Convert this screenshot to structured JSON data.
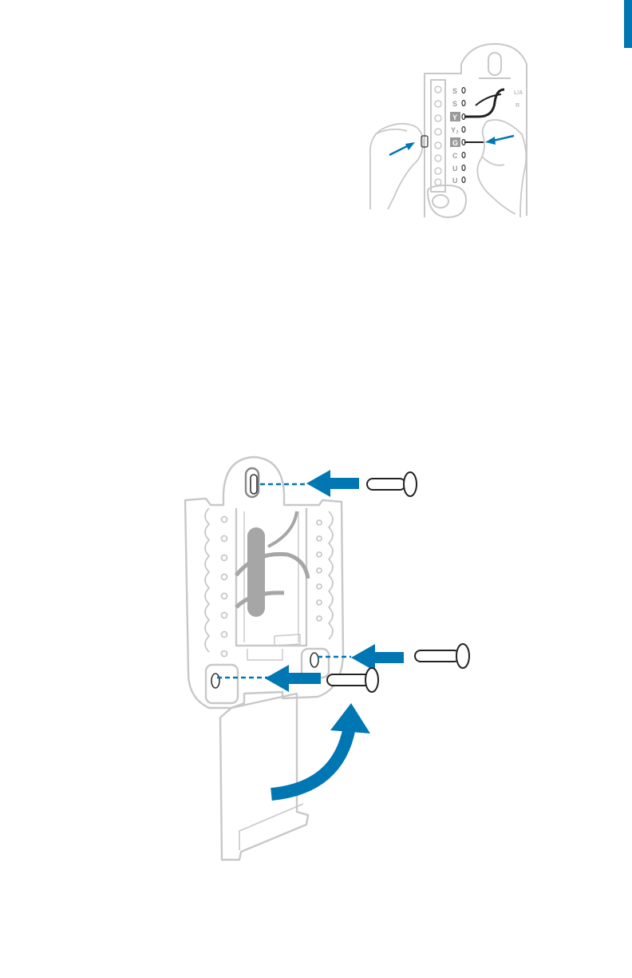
{
  "accent_color": "#0077b3",
  "outline_color": "#c8c8c8",
  "wiring_figure": {
    "left_terminals": [
      "S",
      "S",
      "Y",
      "Y₂",
      "G",
      "C",
      "U",
      "U"
    ],
    "highlighted_terminals": [
      "Y",
      "G"
    ],
    "right_labels": [
      "L/A",
      "R"
    ]
  },
  "mounting_figure": {
    "screw_count": 3,
    "icons": [
      "screw-icon",
      "arrow-left-icon",
      "curved-arrow-up-icon"
    ]
  }
}
